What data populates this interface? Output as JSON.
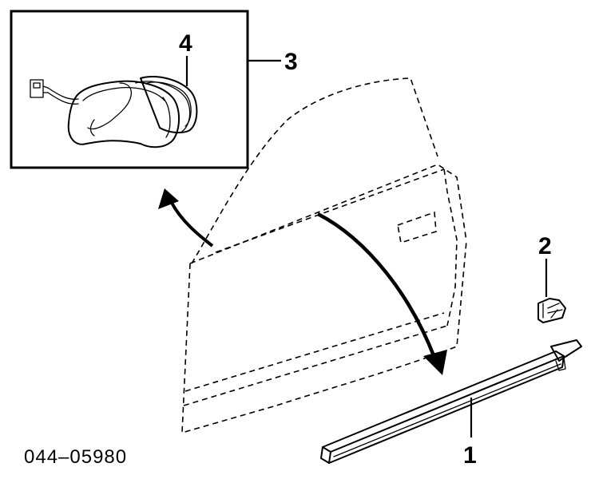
{
  "callouts": {
    "c1": "1",
    "c2": "2",
    "c3": "3",
    "c4": "4"
  },
  "part_number": "044–05980"
}
